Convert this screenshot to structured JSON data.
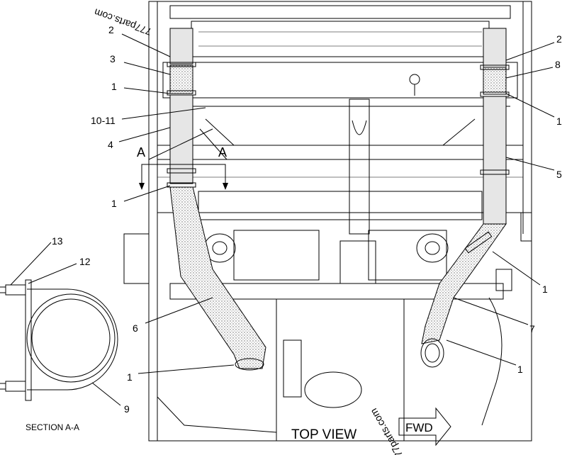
{
  "diagram": {
    "view_title": "TOP VIEW",
    "section_title": "SECTION A-A",
    "fwd_label": "FWD",
    "section_marks": [
      "A",
      "A"
    ],
    "watermark": "777parts.com",
    "callouts_left": [
      "2",
      "3",
      "1",
      "10-11",
      "4",
      "1",
      "6",
      "1"
    ],
    "callouts_right": [
      "2",
      "8",
      "1",
      "5",
      "1",
      "7",
      "1"
    ],
    "callouts_section": [
      "13",
      "12",
      "9"
    ]
  }
}
